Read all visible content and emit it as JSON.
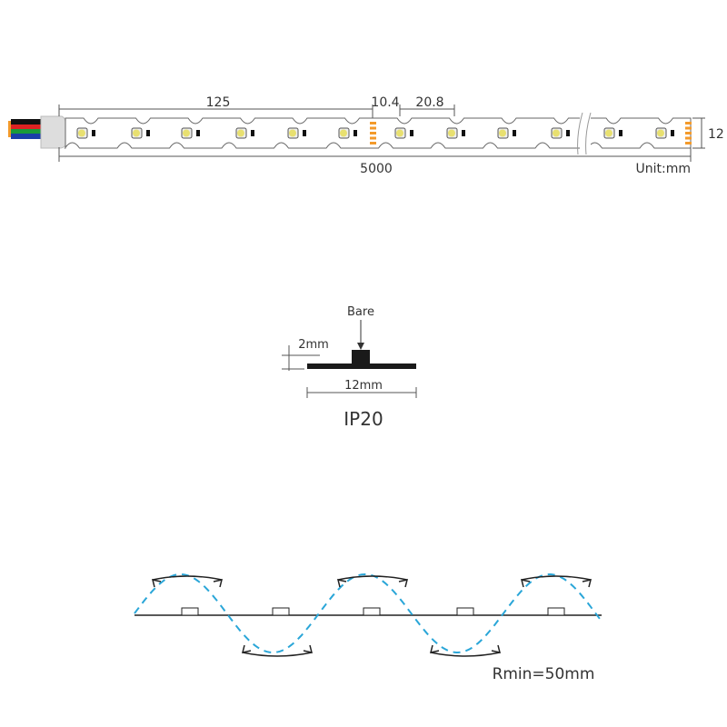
{
  "strip": {
    "dim_pitch": "125",
    "dim_cut_offset": "10.4",
    "dim_led_pitch": "20.8",
    "dim_length": "5000",
    "dim_width": "12",
    "unit": "Unit:mm"
  },
  "profile": {
    "label": "Bare",
    "height": "2mm",
    "width": "12mm",
    "rating": "IP20"
  },
  "bending": {
    "radius": "Rmin=50mm"
  },
  "colors": {
    "line": "#333333",
    "pad": "#f39a2b",
    "wave": "#2aa6d8",
    "wire_red": "#d22",
    "wire_green": "#1a9a3a",
    "wire_blue": "#1a3ea8"
  }
}
